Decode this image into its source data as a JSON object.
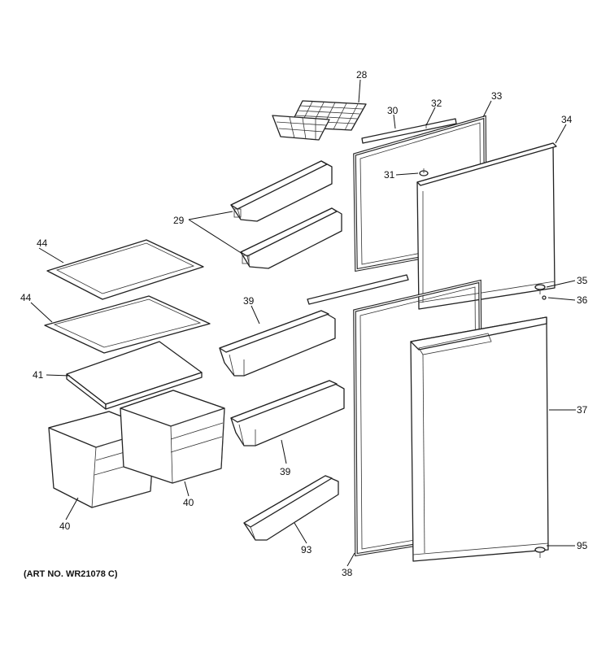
{
  "art_number": "(ART NO. WR21078 C)",
  "callouts": {
    "c28": "28",
    "c30": "30",
    "c32": "32",
    "c33": "33",
    "c34": "34",
    "c31": "31",
    "c29": "29",
    "c44a": "44",
    "c44b": "44",
    "c35": "35",
    "c36": "36",
    "c39a": "39",
    "c41": "41",
    "c37": "37",
    "c39b": "39",
    "c40a": "40",
    "c40b": "40",
    "c93": "93",
    "c95": "95",
    "c38": "38"
  }
}
